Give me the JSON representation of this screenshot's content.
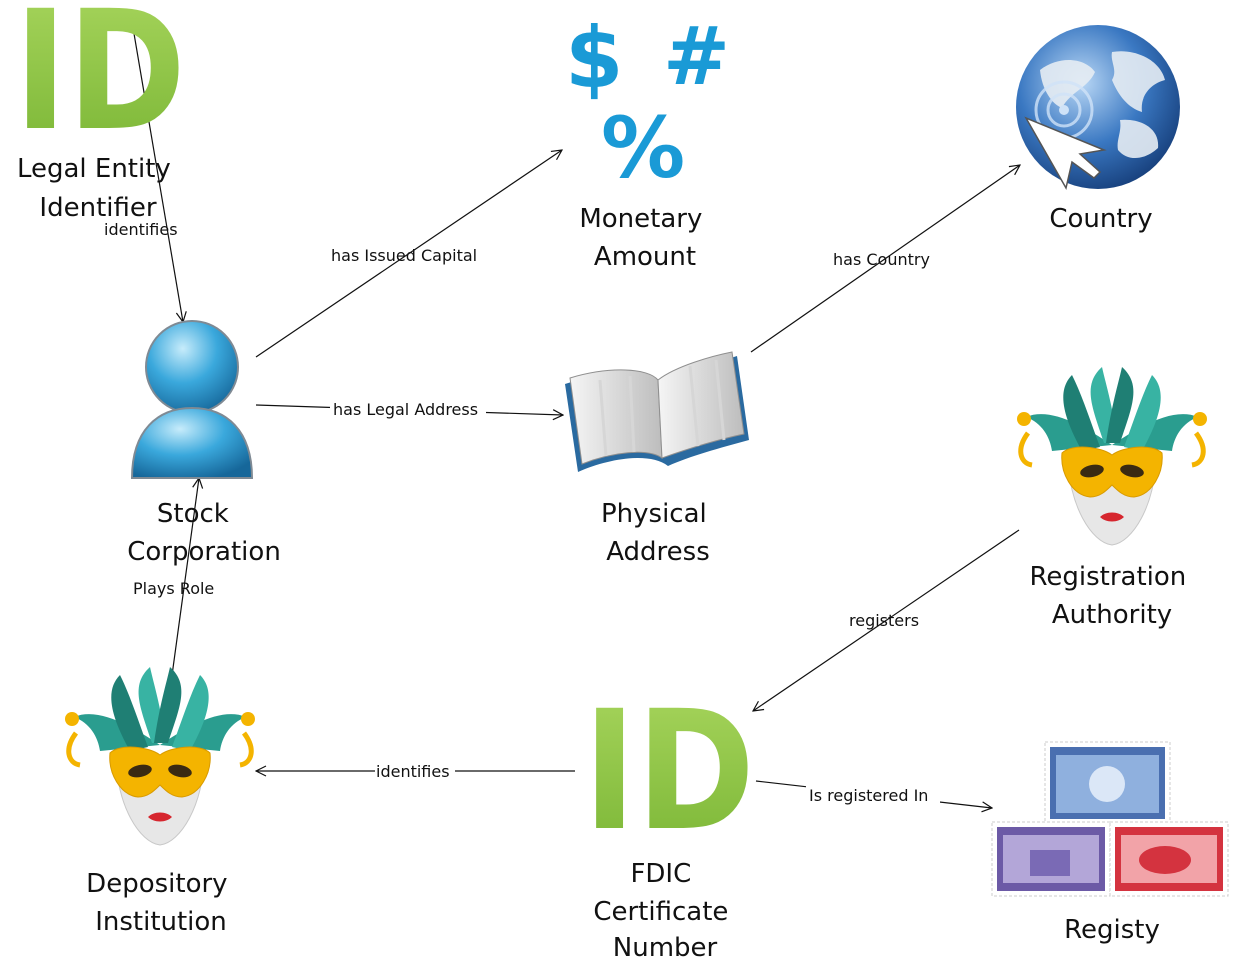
{
  "colors": {
    "id_green": "#8cc540",
    "money_blue": "#1a9ad6",
    "person_blue": "#3aa8dc",
    "jester_teal": "#2a9d8f",
    "mask_gold": "#f4b400",
    "globe_blue": "#3a78c2",
    "stamp_red": "#d4333f",
    "stamp_blue": "#4a6fb0",
    "stamp_purple": "#6c5aa6",
    "text": "#111111"
  },
  "nodes": {
    "lei": {
      "icon_text": "ID",
      "label_lines": [
        "Legal Entity",
        "Identifier"
      ],
      "icon": "id-icon"
    },
    "monetary_amount": {
      "symbols": [
        "$",
        "#",
        "%"
      ],
      "label_lines": [
        "Monetary",
        "Amount"
      ],
      "icon": "currency-symbols-icon"
    },
    "country": {
      "label_lines": [
        "Country"
      ],
      "icon": "globe-icon"
    },
    "stock_corporation": {
      "label_lines": [
        "Stock",
        "Corporation"
      ],
      "icon": "person-icon"
    },
    "physical_address": {
      "label_lines": [
        "Physical",
        "Address"
      ],
      "icon": "book-icon"
    },
    "registration_authority": {
      "label_lines": [
        "Registration",
        "Authority"
      ],
      "icon": "jester-mask-icon"
    },
    "depository_institution": {
      "label_lines": [
        "Depository",
        "Institution"
      ],
      "icon": "jester-mask-icon"
    },
    "fdic_number": {
      "icon_text": "ID",
      "label_lines": [
        "FDIC",
        "Certificate",
        "Number"
      ],
      "icon": "id-icon"
    },
    "registry": {
      "label_lines": [
        "Registy"
      ],
      "icon": "postage-stamps-icon"
    }
  },
  "edges": {
    "identifies_lei": "identifies",
    "has_issued_capital": "has Issued Capital",
    "has_country": "has Country",
    "has_legal_address": "has Legal Address",
    "registers": "registers",
    "plays_role": "Plays Role",
    "identifies_fdic": "identifies",
    "is_registered_in": "Is registered In"
  }
}
